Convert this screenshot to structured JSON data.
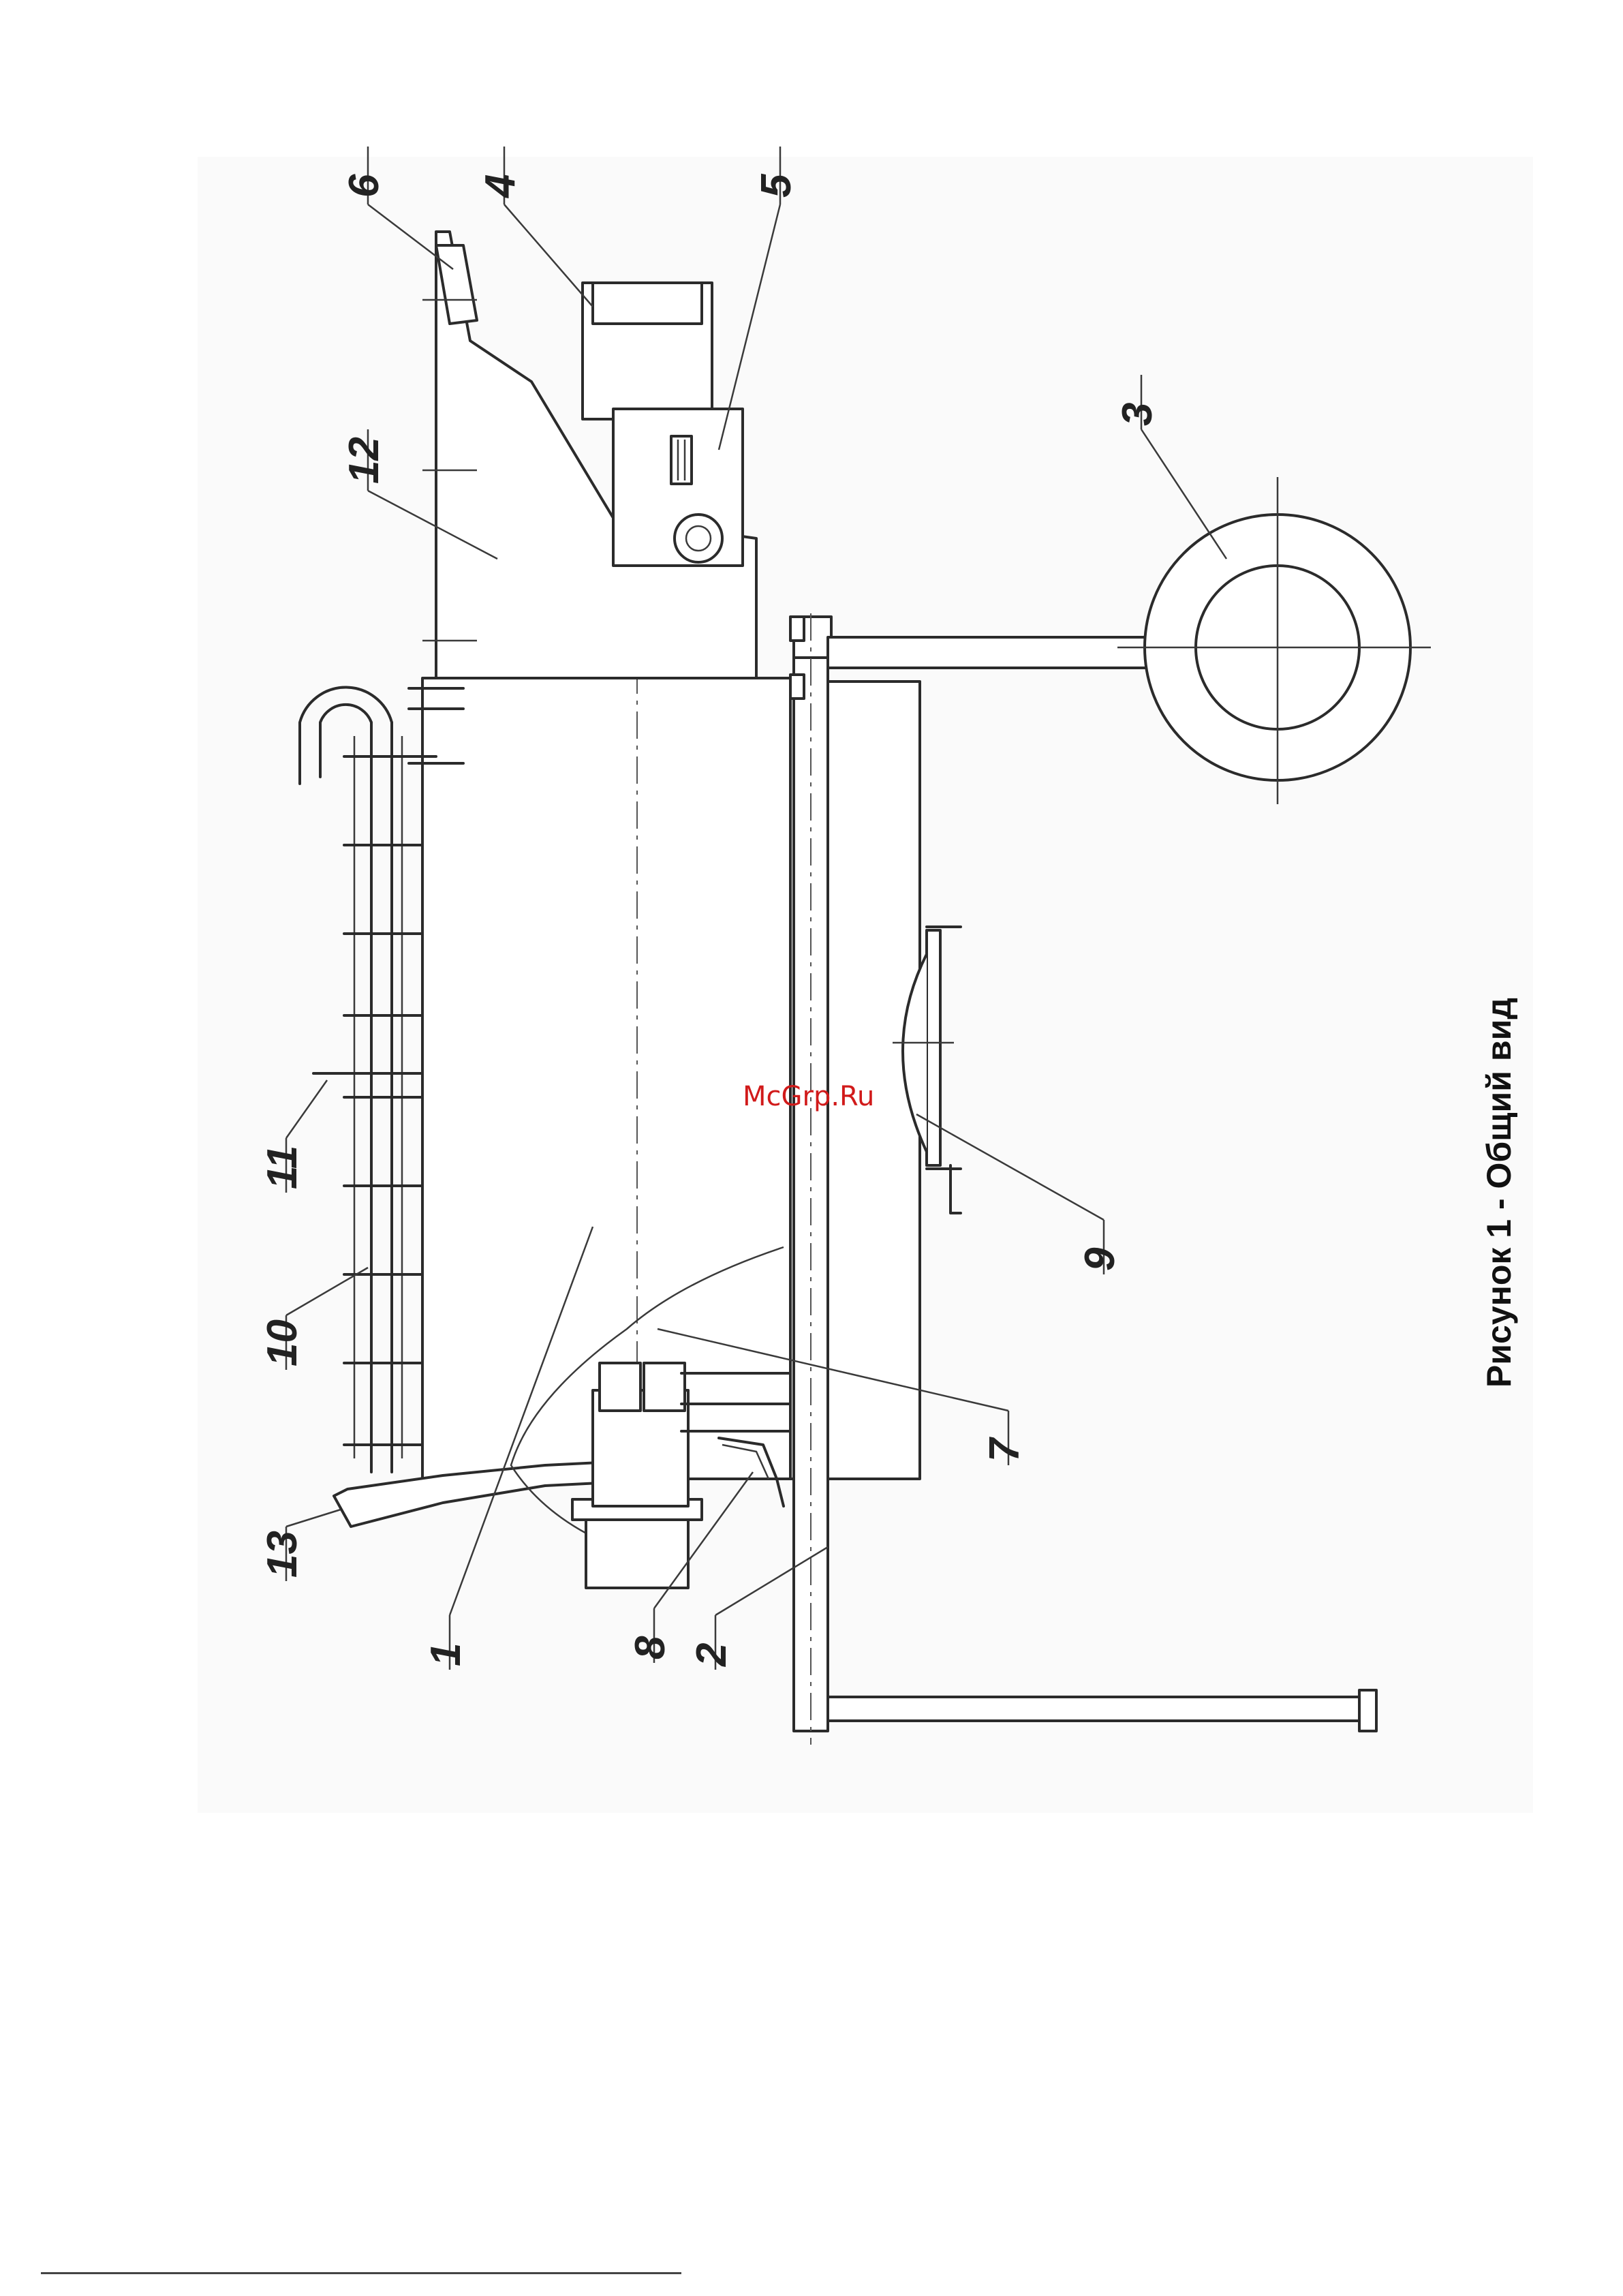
{
  "caption": "Рисунок 1 - Общий вид",
  "watermark": "McGrp.Ru",
  "callouts": [
    "6",
    "4",
    "5",
    "12",
    "11",
    "10",
    "13",
    "1",
    "8",
    "2",
    "7",
    "9",
    "3"
  ],
  "colors": {
    "ink": "#2b2b2b",
    "watermark": "#d11a1a",
    "paper": "#ffffff"
  }
}
